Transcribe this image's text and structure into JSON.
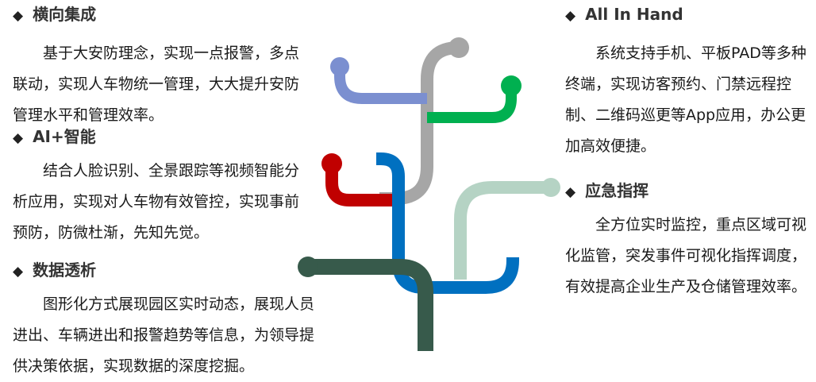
{
  "sections": [
    {
      "heading": "横向集成",
      "text": "基于大安防理念，实现一点报警，多点联动，实现人车物统一管理，大大提升安防管理水平和管理效率。"
    },
    {
      "heading": "AI+智能",
      "text": "结合人脸识别、全景跟踪等视频智能分析应用，实现对人车物有效管控，实现事前预防，防微杜渐，先知先觉。"
    },
    {
      "heading": "数据透析",
      "text": "图形化方式展现园区实时动态，展现人员进出、车辆进出和报警趋势等信息，为领导提供决策依据，实现数据的深度挖掘。"
    },
    {
      "heading": "All In Hand",
      "text": "系统支持手机、平板PAD等多种终端，实现访客预约、门禁远程控制、二维码巡更等App应用，办公更加高效便捷。"
    },
    {
      "heading": "应急指挥",
      "text": "全方位实时监控，重点区域可视化监管，突发事件可视化指挥调度，有效提高企业生产及仓储管理效率。"
    }
  ],
  "bullet_symbol": "◆",
  "branch_colors": {
    "periwinkle": "#7b8fd0",
    "gray": "#a6a6a6",
    "green": "#00b050",
    "red": "#c00000",
    "blue": "#0070c0",
    "mint": "#b5d3c4",
    "dark_green": "#375a4b"
  }
}
